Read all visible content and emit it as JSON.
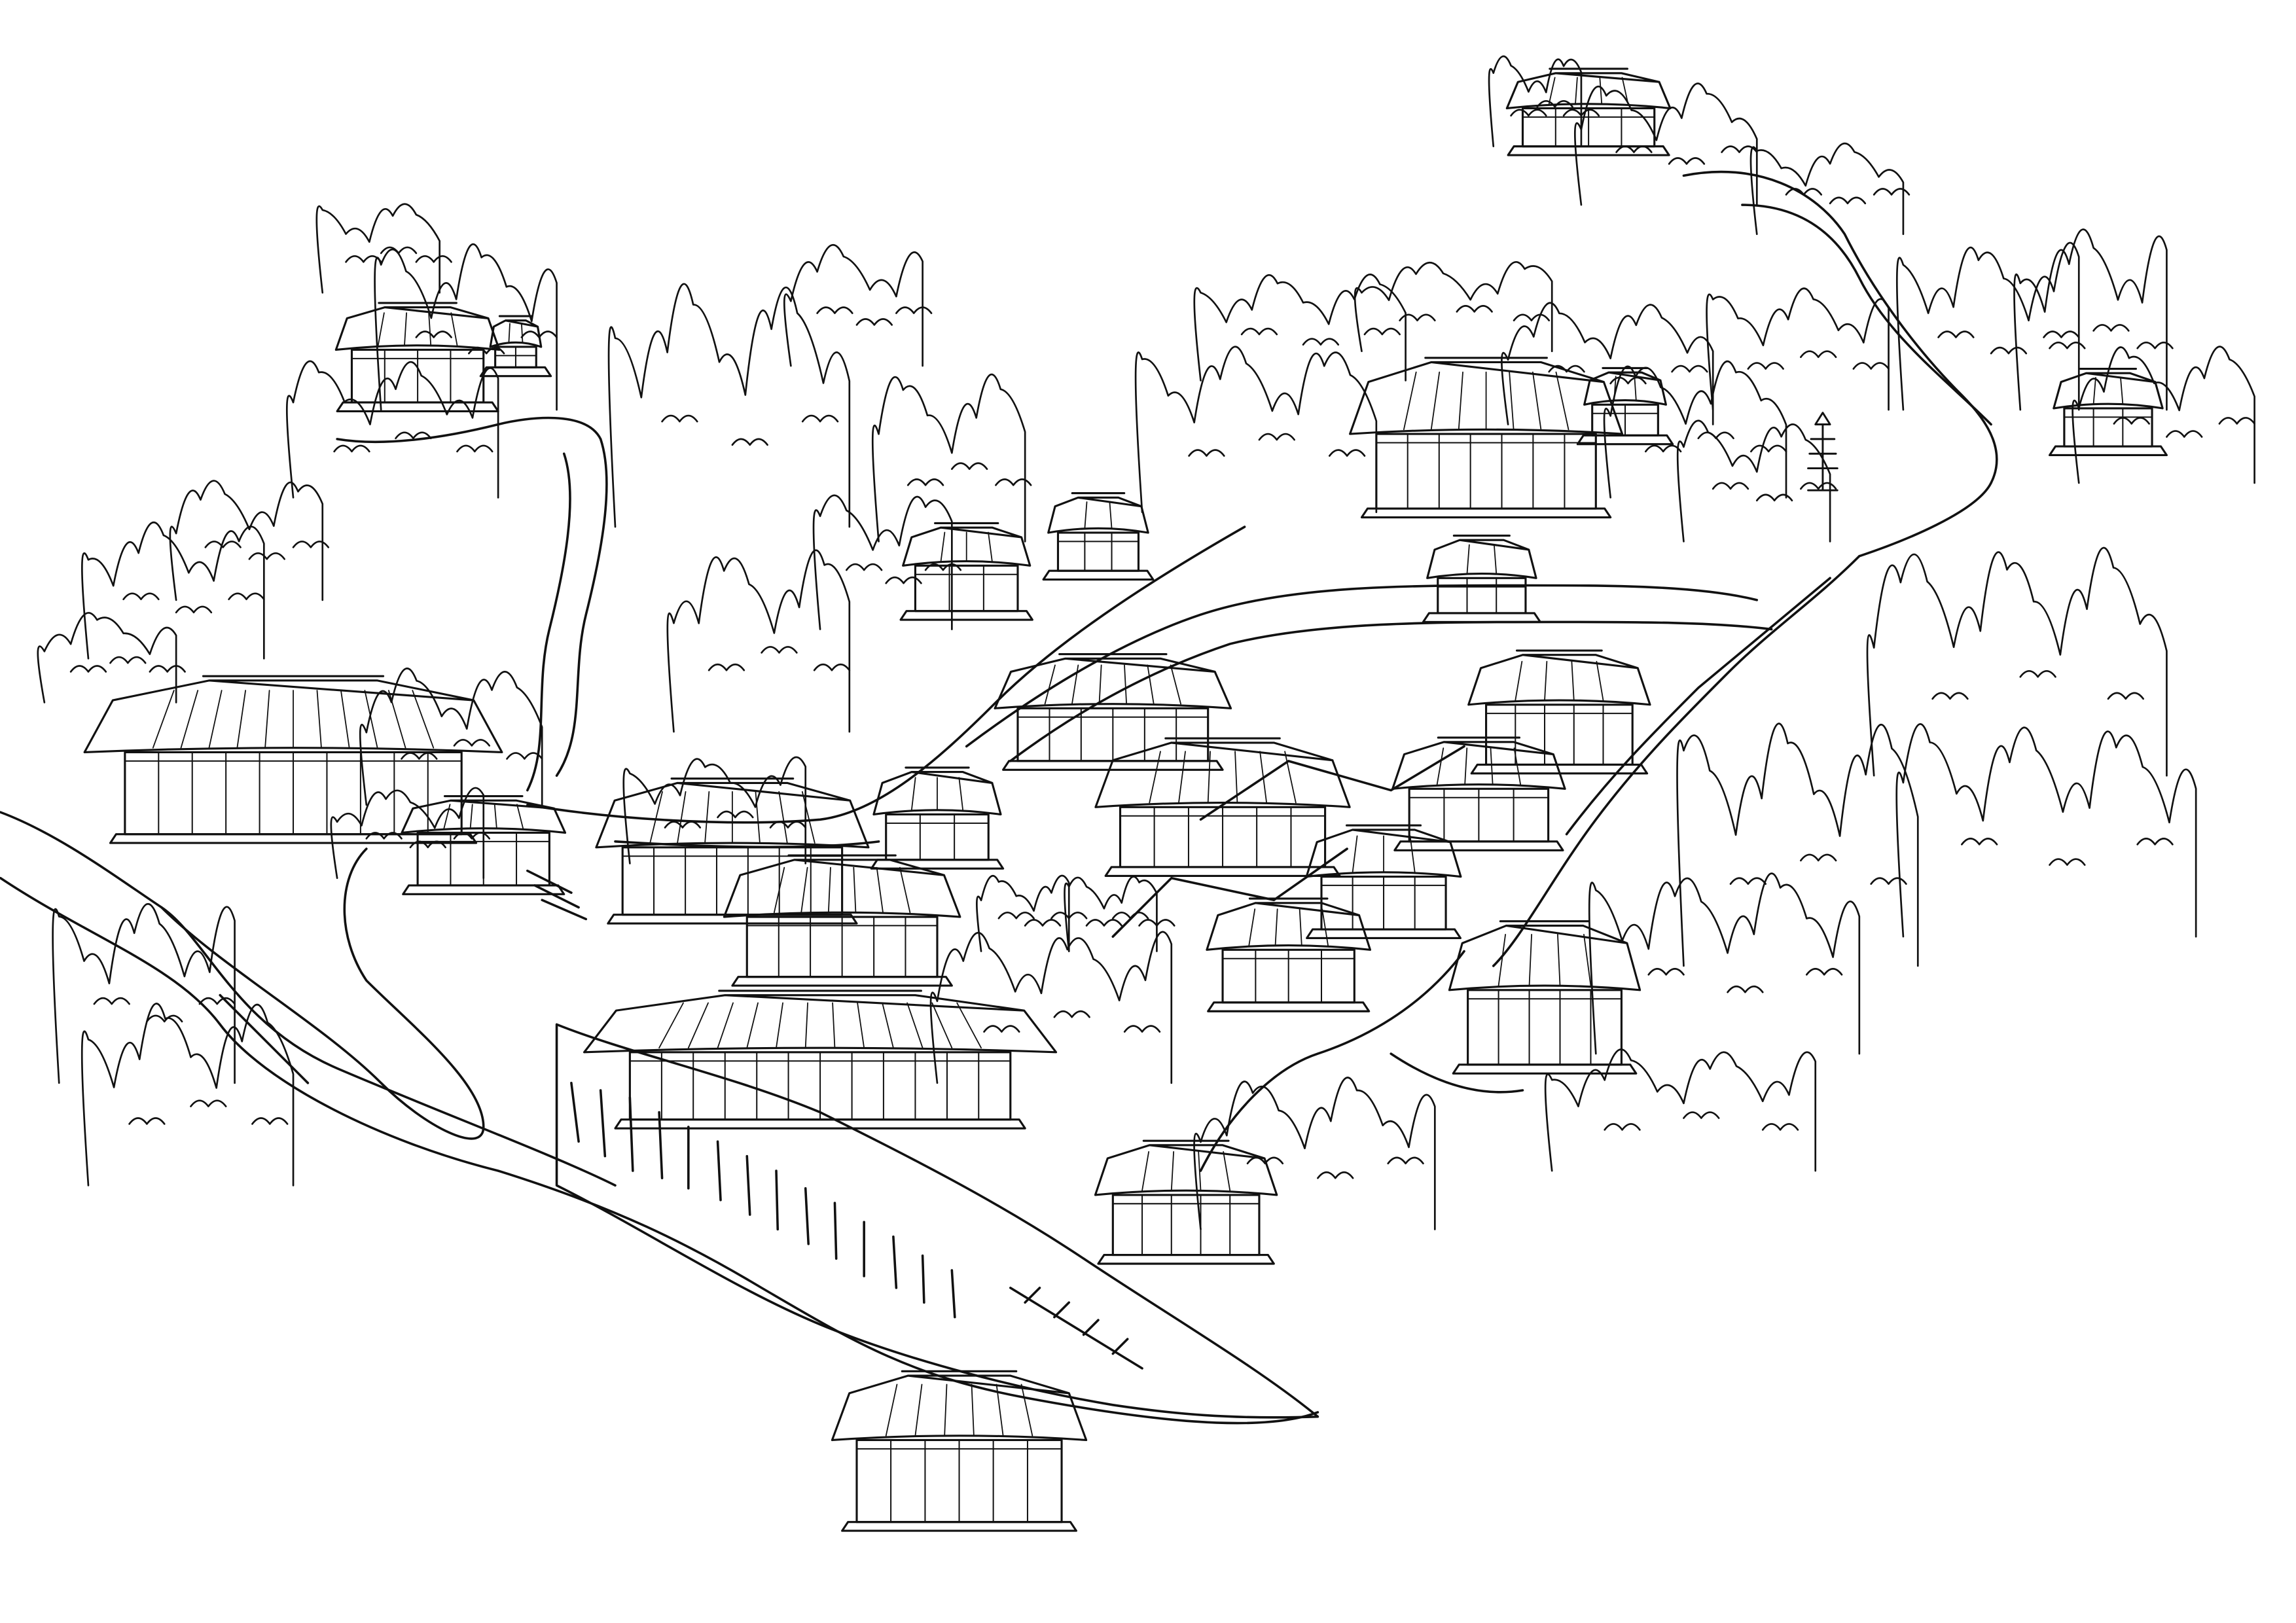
{
  "drawing": {
    "style": "line-art",
    "ink_color": "#111111",
    "paper_color": "#ffffff",
    "subject": "temple-compound-bird-eye-view"
  },
  "buildings": [
    {
      "name": "hilltop-pavilion",
      "kind": "pavilion"
    },
    {
      "name": "small-gate-shrine",
      "kind": "shrine"
    },
    {
      "name": "west-hall-complex",
      "kind": "hall"
    },
    {
      "name": "stone-lantern-gate",
      "kind": "gate"
    },
    {
      "name": "central-lower-hall-a",
      "kind": "hall"
    },
    {
      "name": "central-lower-hall-b",
      "kind": "hall"
    },
    {
      "name": "corridor-long-hall",
      "kind": "corridor"
    },
    {
      "name": "middle-small-pavilion",
      "kind": "pavilion"
    },
    {
      "name": "middle-twin-halls",
      "kind": "hall"
    },
    {
      "name": "main-raised-pavilion",
      "kind": "pavilion"
    },
    {
      "name": "upper-left-hut",
      "kind": "hut"
    },
    {
      "name": "upper-left-hut-2",
      "kind": "hut"
    },
    {
      "name": "main-buddha-hall",
      "kind": "hall"
    },
    {
      "name": "front-gate-pavilion",
      "kind": "gate"
    },
    {
      "name": "east-side-hall-a",
      "kind": "hall"
    },
    {
      "name": "east-side-hall-b",
      "kind": "hall"
    },
    {
      "name": "east-lower-hall-a",
      "kind": "hall"
    },
    {
      "name": "east-lower-hall-b",
      "kind": "hall"
    },
    {
      "name": "south-east-pavilion",
      "kind": "pavilion"
    },
    {
      "name": "lower-gate-house",
      "kind": "gate"
    },
    {
      "name": "entrance-gate",
      "kind": "gate"
    },
    {
      "name": "far-hermitage",
      "kind": "hermitage"
    },
    {
      "name": "east-hermitage",
      "kind": "hermitage"
    },
    {
      "name": "stone-pagoda",
      "kind": "pagoda"
    },
    {
      "name": "bell-shrine",
      "kind": "shrine"
    }
  ]
}
